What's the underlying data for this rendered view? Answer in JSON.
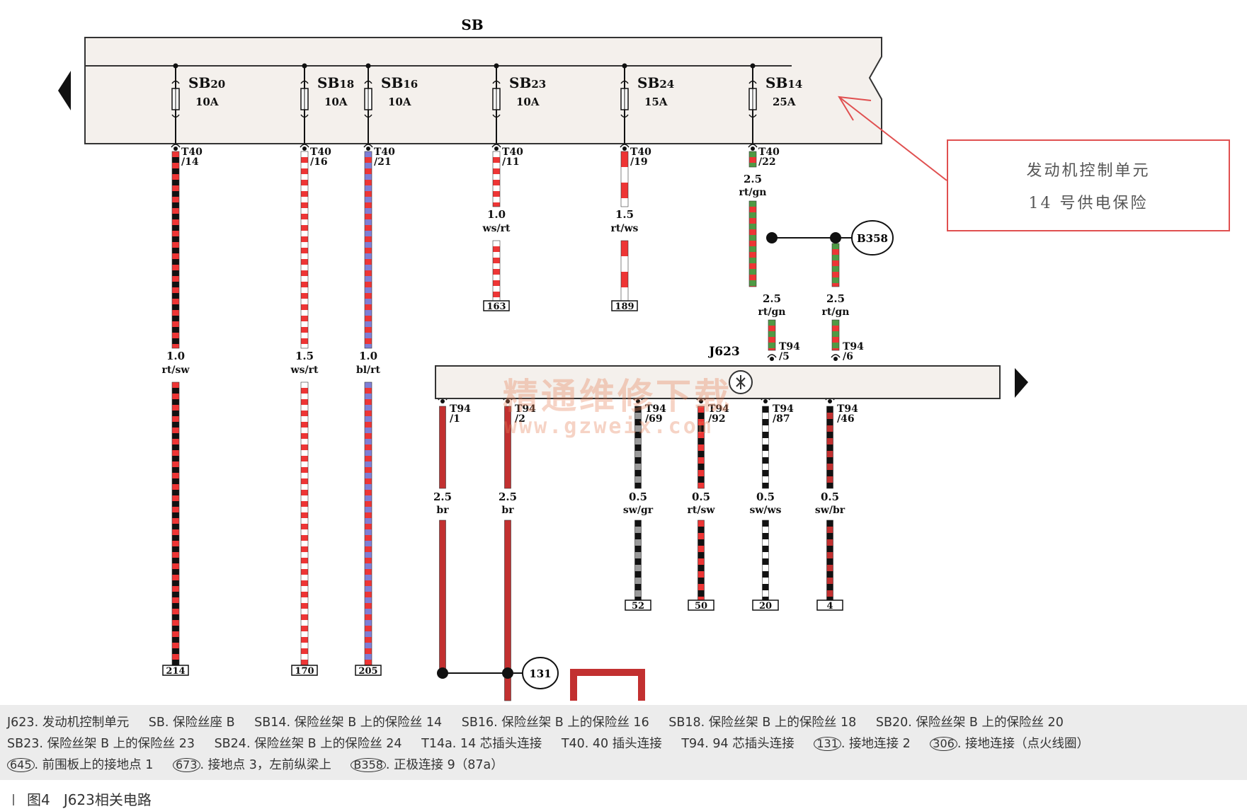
{
  "fuse_panel": {
    "label": "SB",
    "fuses": [
      {
        "name": "SB20",
        "prefix": "SB",
        "num": "20",
        "rating": "10A",
        "connector": "T40",
        "pin": "/14"
      },
      {
        "name": "SB18",
        "prefix": "SB",
        "num": "18",
        "rating": "10A",
        "connector": "T40",
        "pin": "/16"
      },
      {
        "name": "SB16",
        "prefix": "SB",
        "num": "16",
        "rating": "10A",
        "connector": "T40",
        "pin": "/21"
      },
      {
        "name": "SB23",
        "prefix": "SB",
        "num": "23",
        "rating": "10A",
        "connector": "T40",
        "pin": "/11"
      },
      {
        "name": "SB24",
        "prefix": "SB",
        "num": "24",
        "rating": "15A",
        "connector": "T40",
        "pin": "/19"
      },
      {
        "name": "SB14",
        "prefix": "SB",
        "num": "14",
        "rating": "25A",
        "connector": "T40",
        "pin": "/22"
      }
    ]
  },
  "wires_top": [
    {
      "size": "1.0",
      "color": "rt/sw",
      "terminal": "214"
    },
    {
      "size": "1.5",
      "color": "ws/rt",
      "terminal": "170"
    },
    {
      "size": "1.0",
      "color": "bl/rt",
      "terminal": "205"
    },
    {
      "size": "1.0",
      "color": "ws/rt",
      "terminal": "163"
    },
    {
      "size": "1.5",
      "color": "rt/ws",
      "terminal": "189"
    },
    {
      "size": "2.5",
      "color": "rt/gn"
    }
  ],
  "sb14_branches": [
    {
      "size": "2.5",
      "color": "rt/gn",
      "connector": "T94",
      "pin": "/5"
    },
    {
      "size": "2.5",
      "color": "rt/gn",
      "connector": "T94",
      "pin": "/6"
    }
  ],
  "splice": {
    "label": "B358"
  },
  "ecu": {
    "label": "J623",
    "outputs": [
      {
        "connector": "T94",
        "pin": "/1",
        "size": "2.5",
        "color": "br"
      },
      {
        "connector": "T94",
        "pin": "/2",
        "size": "2.5",
        "color": "br"
      },
      {
        "connector": "T94",
        "pin": "/69",
        "size": "0.5",
        "color": "sw/gr",
        "terminal": "52"
      },
      {
        "connector": "T94",
        "pin": "/92",
        "size": "0.5",
        "color": "rt/sw",
        "terminal": "50"
      },
      {
        "connector": "T94",
        "pin": "/87",
        "size": "0.5",
        "color": "sw/ws",
        "terminal": "20"
      },
      {
        "connector": "T94",
        "pin": "/46",
        "size": "0.5",
        "color": "sw/br",
        "terminal": "4"
      }
    ]
  },
  "ground": {
    "label": "131"
  },
  "note": {
    "line1": "发动机控制单元",
    "line2": "14 号供电保险"
  },
  "watermark": {
    "cn": "精通维修下载",
    "url": "www.gzweix.com"
  },
  "legend": [
    {
      "text": "J623. 发动机控制单元"
    },
    {
      "text": "SB. 保险丝座 B"
    },
    {
      "text": "SB14. 保险丝架 B 上的保险丝 14"
    },
    {
      "text": "SB16. 保险丝架 B 上的保险丝 16"
    },
    {
      "text": "SB18. 保险丝架 B 上的保险丝 18"
    },
    {
      "text": "SB20. 保险丝架 B 上的保险丝 20"
    },
    {
      "text": "SB23. 保险丝架 B 上的保险丝 23"
    },
    {
      "text": "SB24. 保险丝架 B 上的保险丝 24"
    },
    {
      "text": "T14a. 14 芯插头连接"
    },
    {
      "text": "T40. 40 插头连接"
    },
    {
      "text": "T94. 94 芯插头连接"
    },
    {
      "code": "131",
      "text": ". 接地连接 2"
    },
    {
      "code": "306",
      "text": ". 接地连接（点火线圈）"
    },
    {
      "code": "645",
      "text": ". 前围板上的接地点 1"
    },
    {
      "code": "673",
      "text": ". 接地点 3，左前纵梁上"
    },
    {
      "code": "B358",
      "text": ". 正极连接 9（87a）"
    }
  ],
  "figure": {
    "number": "图4",
    "title": "J623相关电路"
  },
  "colors": {
    "red": "#ee3535",
    "black": "#111111",
    "white": "#ffffff",
    "blue": "#7f7fd6",
    "green": "#4f9a44",
    "brown": "#c23030",
    "grey": "#9a9a9a",
    "panel": "#f4f0ec",
    "note_border": "#e05050"
  }
}
